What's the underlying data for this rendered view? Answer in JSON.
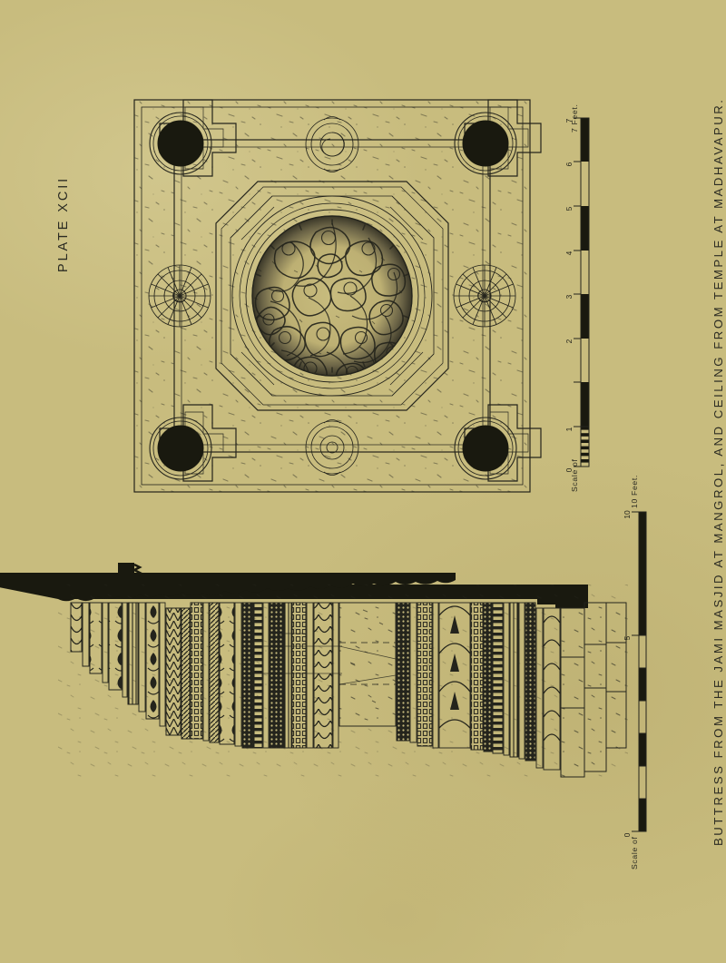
{
  "plate": {
    "number_label": "PLATE XCII",
    "caption": "BUTTRESS FROM THE JAMI MASJID AT MANGROL, AND CEILING FROM TEMPLE AT MADHAVAPUR.",
    "paper_color": "#c8bc7e",
    "ink_color": "#24241c"
  },
  "figures": {
    "ceiling": {
      "name": "ceiling-plan",
      "title": "Ceiling from temple at Madhavapur",
      "description": "Square ceiling plan with four cruciform corner bays each containing a solid black circular medallion, four spoked rosettes at the mid-sides, two concentric ring medallions on the upper and lower centre bands, an octagonal inner frame and a dense circular figural carving at the centre.",
      "corner_medallions": 4,
      "side_rosettes": 4,
      "centre_medallions": 2,
      "rosette_spokes": 16,
      "central_medallion": "figural-carving"
    },
    "buttress": {
      "name": "buttress-elevation",
      "title": "Buttress from the Jami Masjid at Mangrol",
      "description": "Elevation of a moulded buttress drawn sideways, showing a heavy black cornice along the top and a long succession of carved moulding bands of stepped projection, ending in plain ashlar masonry courses at the right.",
      "moulding_bands": 26,
      "masonry_courses": 6
    }
  },
  "scales": [
    {
      "name": "scale-ceiling",
      "unit_label": "7 Feet.",
      "scale_of_label": "Scale of",
      "zero_label": "0",
      "ticks": [
        "7",
        "6",
        "5",
        "4",
        "3",
        "2",
        "1"
      ],
      "subdivisions": 12,
      "max_feet": 7
    },
    {
      "name": "scale-buttress",
      "unit_label": "10 Feet.",
      "scale_of_label": "Scale of",
      "zero_label": "0",
      "ticks": [
        "10",
        "5"
      ],
      "subdivisions": 5,
      "max_feet": 10
    }
  ]
}
